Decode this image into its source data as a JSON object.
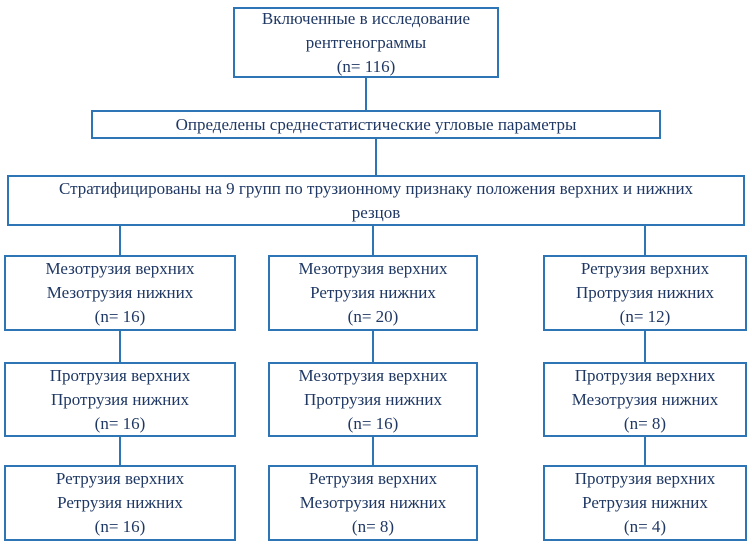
{
  "colors": {
    "accent": "#2E75B6",
    "text": "#1F3864",
    "canvas": "#FFFFFF"
  },
  "flow": {
    "top_box": {
      "lines": [
        "Включенные в исследование",
        "рентгенограммы",
        "(n= 116)"
      ]
    },
    "level2_box": {
      "text": "Определены среднестатистические угловые параметры"
    },
    "level3_box": {
      "lines": [
        "Стратифицированы на 9 групп по трузионному признаку положения верхних и нижних",
        "резцов"
      ]
    },
    "columns": [
      {
        "boxes": [
          {
            "lines": [
              "Мезотрузия верхних",
              "Мезотрузия нижних",
              "(n= 16)"
            ]
          },
          {
            "lines": [
              "Протрузия верхних",
              "Протрузия нижних",
              "(n= 16)"
            ]
          },
          {
            "lines": [
              "Ретрузия верхних",
              "Ретрузия нижних",
              "(n= 16)"
            ]
          }
        ]
      },
      {
        "boxes": [
          {
            "lines": [
              "Мезотрузия верхних",
              "Ретрузия нижних",
              "(n= 20)"
            ]
          },
          {
            "lines": [
              "Мезотрузия верхних",
              "Протрузия нижних",
              "(n= 16)"
            ]
          },
          {
            "lines": [
              "Ретрузия верхних",
              "Мезотрузия нижних",
              "(n= 8)"
            ]
          }
        ]
      },
      {
        "boxes": [
          {
            "lines": [
              "Ретрузия верхних",
              "Протрузия нижних",
              "(n= 12)"
            ]
          },
          {
            "lines": [
              "Протрузия верхних",
              "Мезотрузия нижних",
              "(n= 8)"
            ]
          },
          {
            "lines": [
              "Протрузия верхних",
              "Ретрузия нижних",
              "(n= 4)"
            ]
          }
        ]
      }
    ]
  }
}
